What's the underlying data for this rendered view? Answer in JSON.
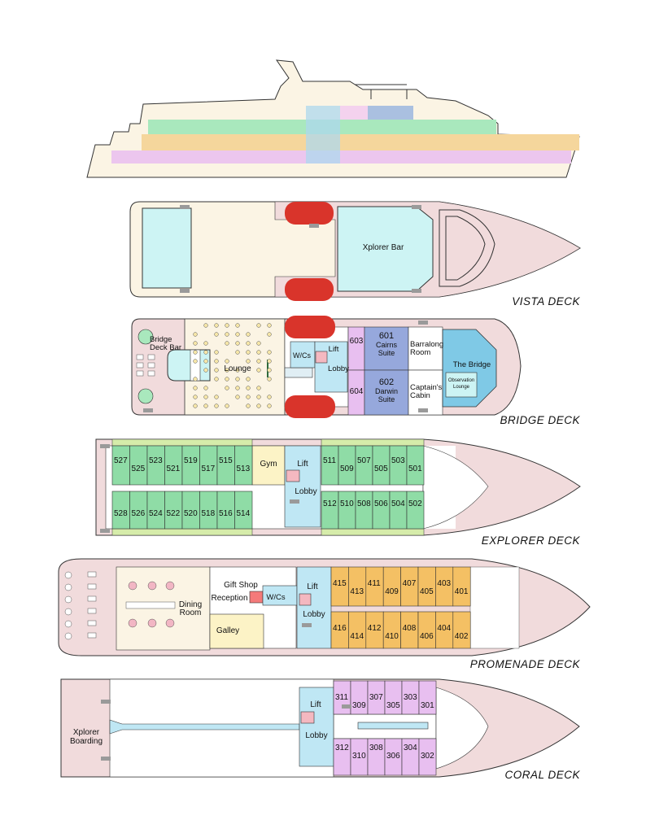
{
  "decks": {
    "vista": {
      "name": "VISTA DECK",
      "bar": "Xplorer Bar"
    },
    "bridge": {
      "name": "BRIDGE DECK",
      "bar_line1": "Bridge",
      "bar_line2": "Deck Bar",
      "lounge": "Lounge",
      "wcs": "W/Cs",
      "lift": "Lift",
      "lobby": "Lobby",
      "cabins": [
        "603",
        "604"
      ],
      "suite601_num": "601",
      "suite601_l1": "Cairns",
      "suite601_l2": "Suite",
      "suite602_num": "602",
      "suite602_l1": "Darwin",
      "suite602_l2": "Suite",
      "barralong_l1": "Barralong",
      "barralong_l2": "Room",
      "captain_l1": "Captain's",
      "captain_l2": "Cabin",
      "the_bridge": "The Bridge",
      "obs_l1": "Observation",
      "obs_l2": "Lounge"
    },
    "explorer": {
      "name": "EXPLORER DECK",
      "gym": "Gym",
      "lift": "Lift",
      "lobby": "Lobby",
      "top_aft": [
        "527",
        "525",
        "523",
        "521",
        "519",
        "517",
        "515",
        "513"
      ],
      "bottom_aft": [
        "528",
        "526",
        "524",
        "522",
        "520",
        "518",
        "516",
        "514"
      ],
      "top_fwd": [
        "511",
        "509",
        "507",
        "505",
        "503",
        "501"
      ],
      "bottom_fwd": [
        "512",
        "510",
        "508",
        "506",
        "504",
        "502"
      ]
    },
    "promenade": {
      "name": "PROMENADE DECK",
      "dining_l1": "Dining",
      "dining_l2": "Room",
      "gift_shop": "Gift Shop",
      "reception": "Reception",
      "wcs": "W/Cs",
      "galley": "Galley",
      "lift": "Lift",
      "lobby": "Lobby",
      "top": [
        "415",
        "413",
        "411",
        "409",
        "407",
        "405",
        "403",
        "401"
      ],
      "bottom": [
        "416",
        "414",
        "412",
        "410",
        "408",
        "406",
        "404",
        "402"
      ]
    },
    "coral": {
      "name": "CORAL DECK",
      "boarding_l1": "Xplorer",
      "boarding_l2": "Boarding",
      "lift": "Lift",
      "lobby": "Lobby",
      "top": [
        "311",
        "309",
        "307",
        "305",
        "303",
        "301"
      ],
      "bottom": [
        "312",
        "310",
        "308",
        "306",
        "304",
        "302"
      ]
    }
  },
  "colors": {
    "hull": "#f1dbdc",
    "hull_cream": "#fbf4e4",
    "explorer_cabin": "#8fdca6",
    "explorer_strip": "#d6ecaa",
    "promenade_cabin": "#f4c064",
    "coral_cabin": "#e8bff0",
    "suite": "#96a8dc",
    "lobby": "#bfe7f4",
    "pool": "#cdf4f4",
    "red_boat": "#d9342b",
    "gym": "#fcf3c6",
    "bridge_blue": "#7fc9e6"
  }
}
